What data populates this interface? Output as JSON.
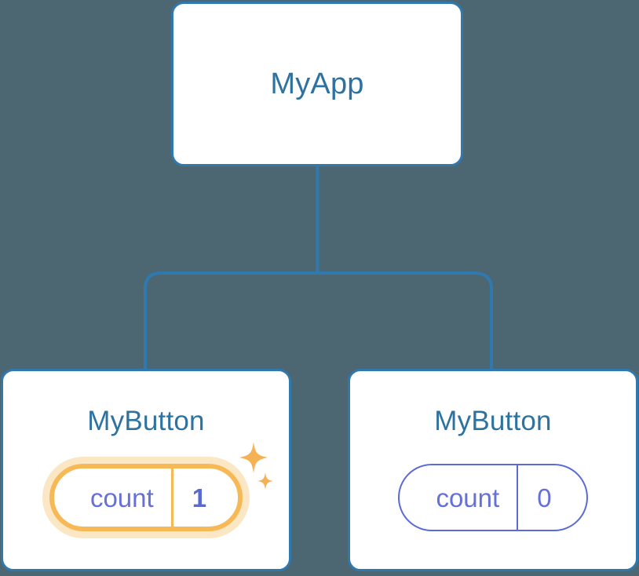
{
  "diagram": {
    "type": "component-tree",
    "background_color": "#4c6672",
    "node_border_color": "#2f79ae",
    "node_title_color": "#2e72a0",
    "state_color": "#5b6bd6",
    "highlight_color": "#f7b955",
    "highlight_glow_color": "#fbdfb2",
    "connector_color": "#2f79ae"
  },
  "root": {
    "title": "MyApp"
  },
  "children": [
    {
      "title": "MyButton",
      "state": {
        "key": "count",
        "value": "1"
      },
      "highlighted": "true",
      "sparkle_large": "sparkle-large",
      "sparkle_small": "sparkle-small"
    },
    {
      "title": "MyButton",
      "state": {
        "key": "count",
        "value": "0"
      },
      "highlighted": "false"
    }
  ]
}
